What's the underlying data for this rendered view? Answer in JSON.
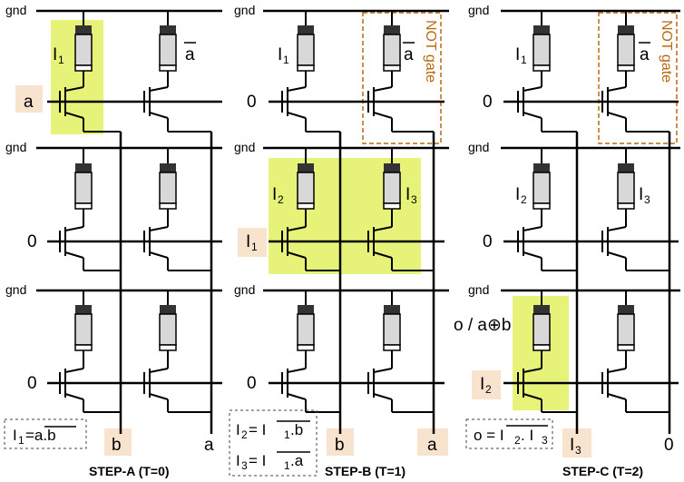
{
  "labels": {
    "gnd": "gnd",
    "not_gate": "NOT gate",
    "a": "a",
    "a_bar": "a",
    "b": "b",
    "zero": "0",
    "I": "I",
    "I1": "1",
    "I2": "2",
    "I3": "3",
    "o_xor": "o / a⊕b",
    "o": "o"
  },
  "panels": [
    {
      "step": "STEP-A (T=0)",
      "eq1": "I",
      "eq1_sub": "1",
      "eq1_rhs": " =a.b"
    },
    {
      "step": "STEP-B (T=1)",
      "eq1": "I",
      "eq1_sub": "2",
      "eq1_rhs": " = I",
      "eq1_rhs_sub": "1",
      "eq1_tail": ".b",
      "eq2": "I",
      "eq2_sub": "3",
      "eq2_rhs": " = I",
      "eq2_rhs_sub": "1",
      "eq2_tail": ".a"
    },
    {
      "step": "STEP-C (T=2)",
      "eq1": "o = I",
      "eq1_sub": "2",
      "eq1_tail": ". I",
      "eq1_sub2": "3"
    }
  ],
  "colors": {
    "highlight": "#e3f060",
    "tag_bg": "#f8e3cf",
    "gate_border": "#b86a10",
    "device_dark": "#333333",
    "device_light": "#d8d8d8"
  }
}
